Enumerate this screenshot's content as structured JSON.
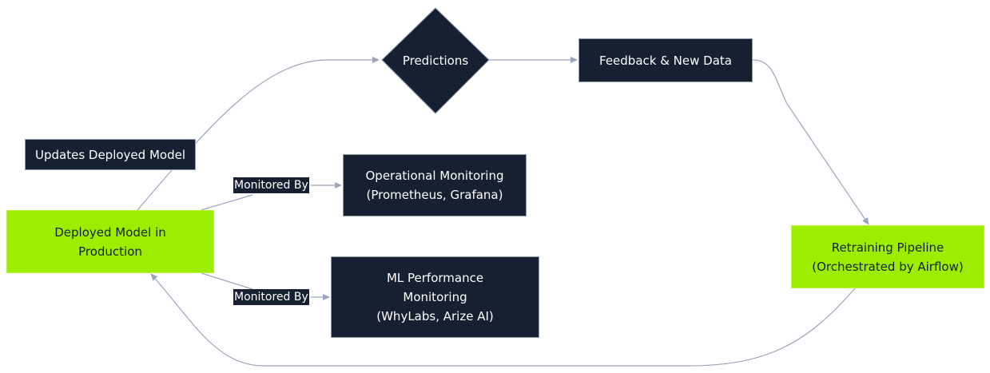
{
  "nodes": {
    "predictions": "Predictions",
    "feedback": "Feedback & New Data",
    "updates": "Updates Deployed Model",
    "deployed": "Deployed Model in\nProduction",
    "operational": "Operational Monitoring\n(Prometheus, Grafana)",
    "ml_perf": "ML Performance\nMonitoring\n(WhyLabs, Arize AI)",
    "retraining": "Retraining Pipeline\n(Orchestrated by Airflow)"
  },
  "edge_labels": {
    "monitored_by_1": "Monitored By",
    "monitored_by_2": "Monitored By"
  },
  "colors": {
    "dark_node": "#162030",
    "green_node": "#9ded00",
    "edge": "#9aa5bd"
  }
}
